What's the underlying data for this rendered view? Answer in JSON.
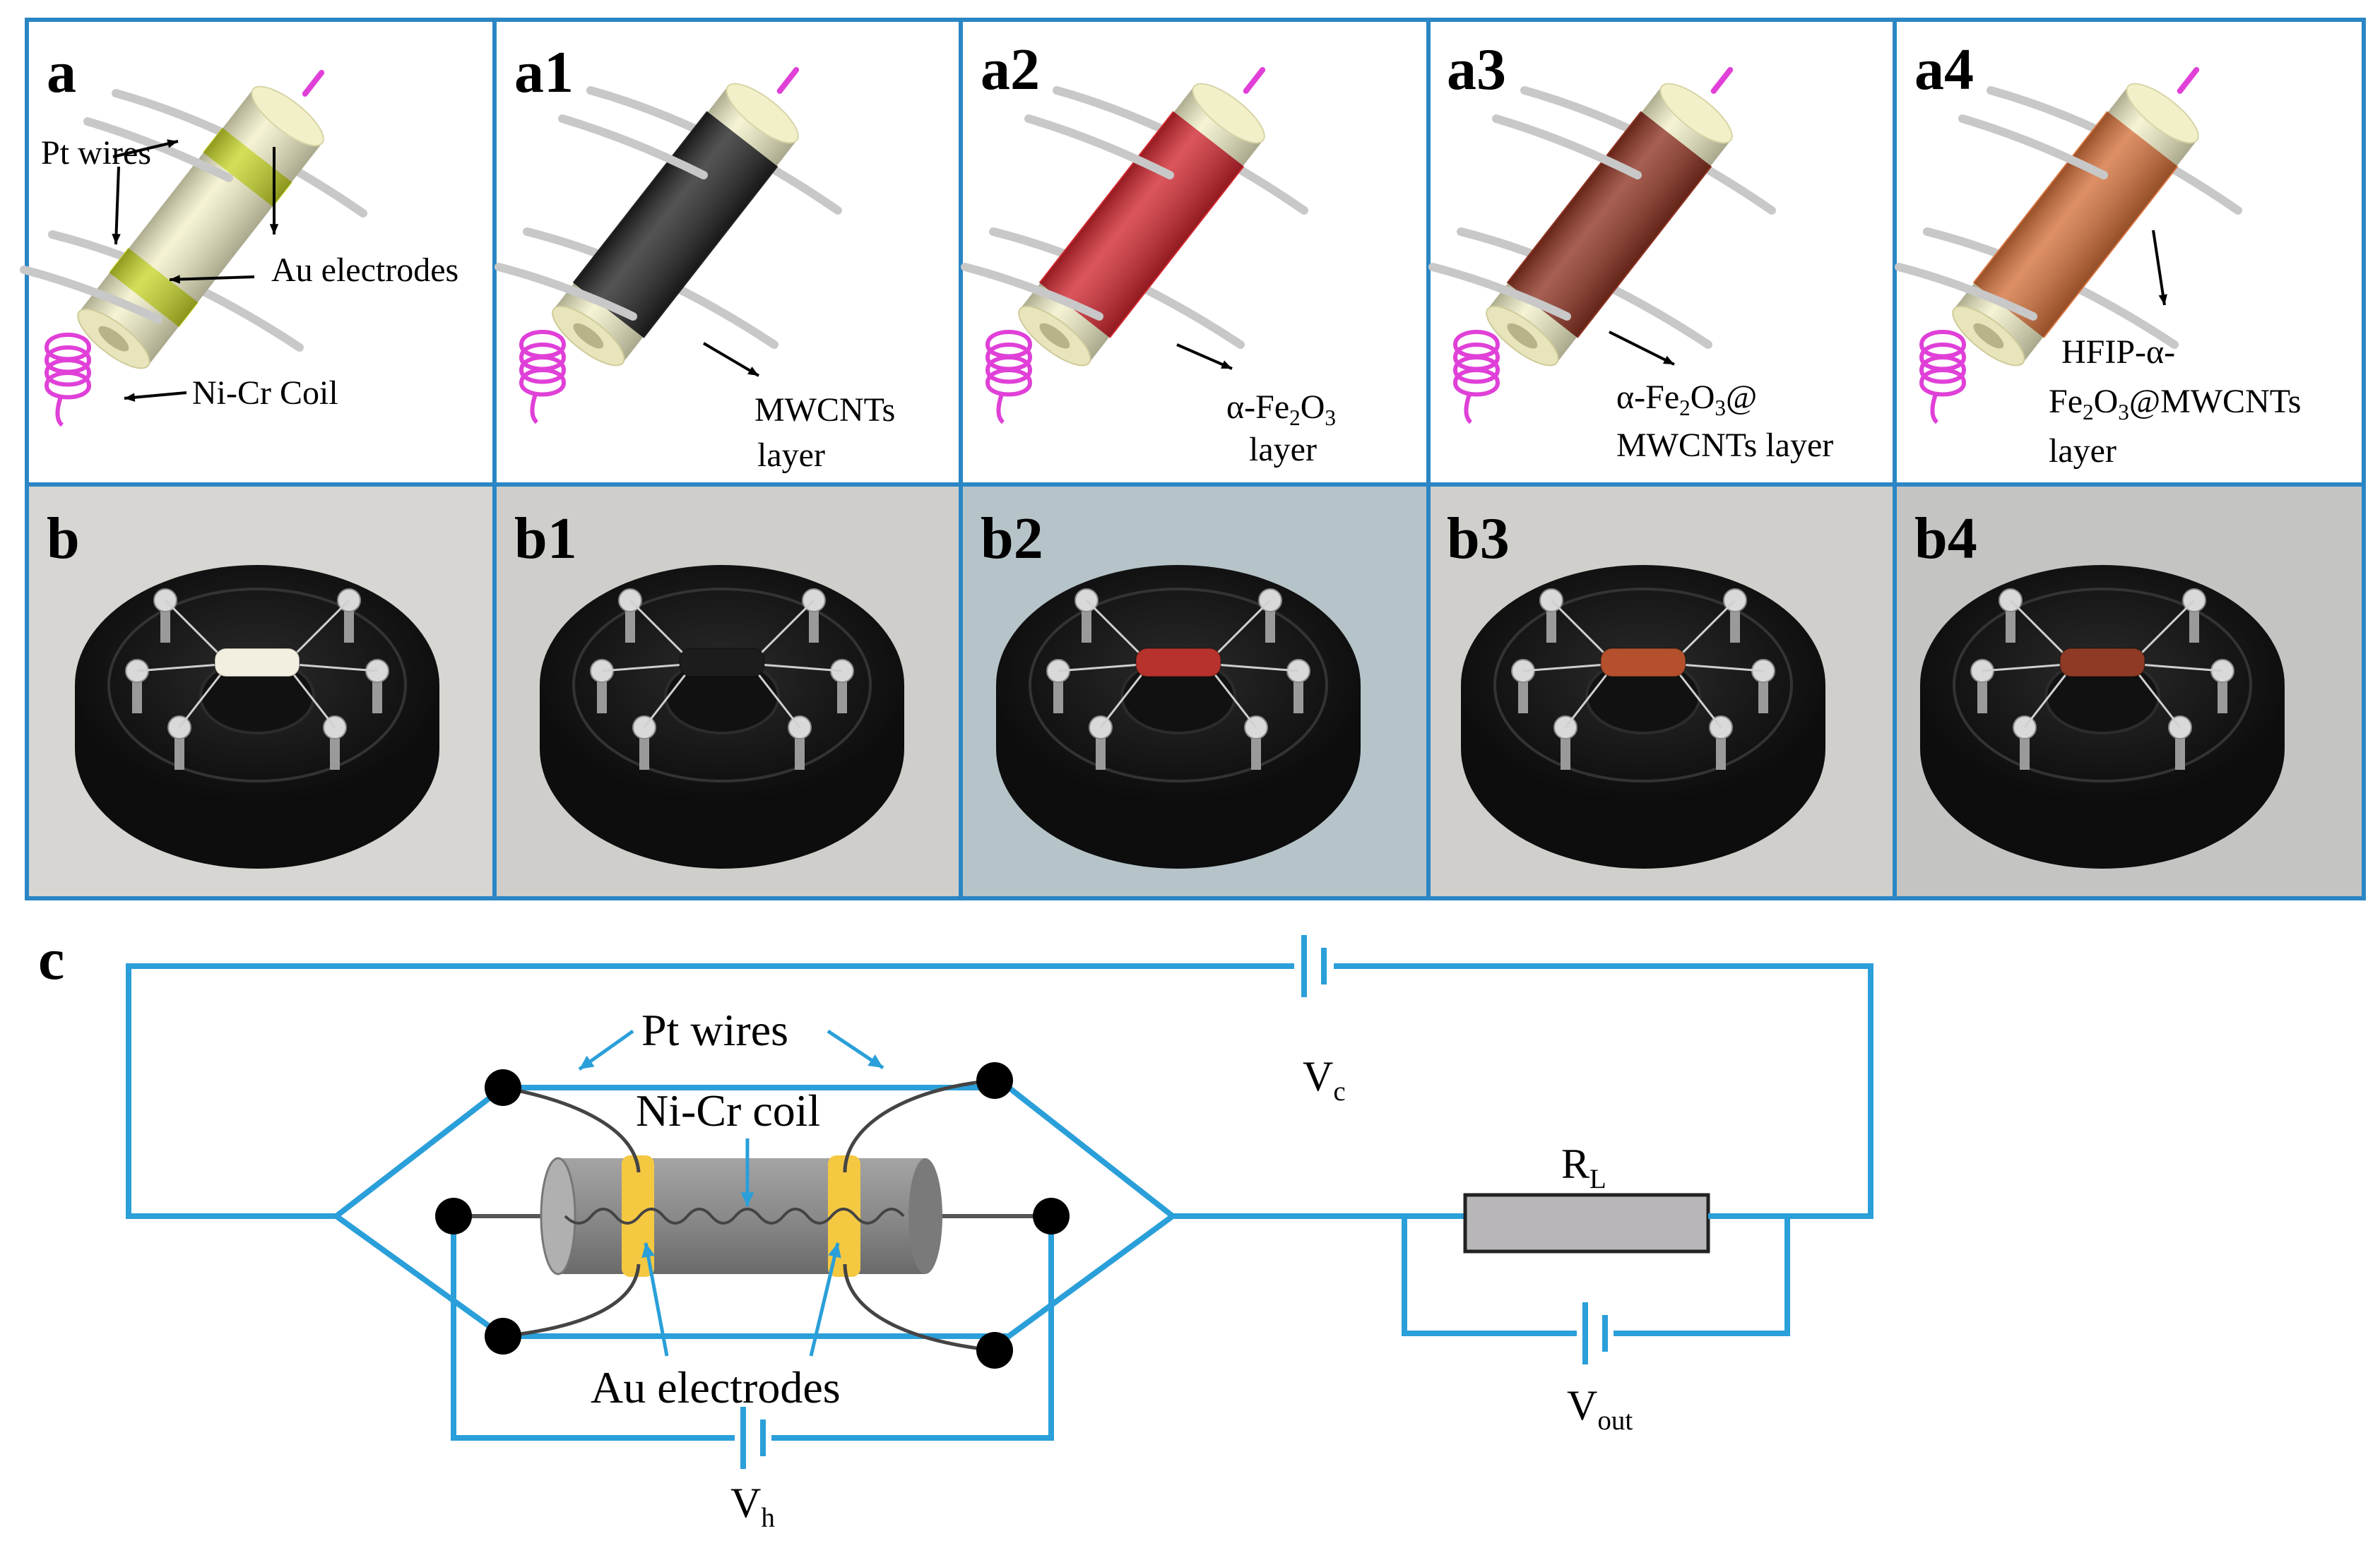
{
  "colors": {
    "panel_border": "#2a86c4",
    "circuit_wire": "#2a9fd9",
    "tube_cream": "#f2f0c8",
    "au_band": "#c8d62a",
    "coil_pink": "#e040d8",
    "pt_wire": "#c8c8c8",
    "diagram_tube": "#8a8a8a",
    "diagram_au": "#f5c842",
    "resistor_fill": "#b8b6b8",
    "base_black": "#1a1a1a"
  },
  "panels_a": [
    {
      "label": "a",
      "layer_color": "#f2f0c8",
      "annotations": {
        "pt": "Pt wires",
        "au": "Au electrodes",
        "coil": "Ni-Cr Coil"
      }
    },
    {
      "label": "a1",
      "layer_color": "#232323",
      "layer_lines": [
        "MWCNTs",
        "layer"
      ]
    },
    {
      "label": "a2",
      "layer_color": "#d0262e",
      "layer_lines": [
        "α-Fe",
        "2",
        "O",
        "3",
        "layer"
      ]
    },
    {
      "label": "a3",
      "layer_color": "#8e3322",
      "layer_lines": [
        "α-Fe",
        "2",
        "O",
        "3",
        "@",
        "MWCNTs layer"
      ]
    },
    {
      "label": "a4",
      "layer_color": "#d4703a",
      "layer_lines": [
        "HFIP-α-",
        "Fe",
        "2",
        "O",
        "3",
        "@MWCNTs",
        "layer"
      ]
    }
  ],
  "panels_b": [
    {
      "label": "b",
      "bg": "#d7d6d2",
      "sensor_color": "#f2efe0"
    },
    {
      "label": "b1",
      "bg": "#cfcecb",
      "sensor_color": "#1c1c1c"
    },
    {
      "label": "b2",
      "bg": "#b6c4c9",
      "sensor_color": "#b7322c"
    },
    {
      "label": "b3",
      "bg": "#d0cfcb",
      "sensor_color": "#b4502c"
    },
    {
      "label": "b4",
      "bg": "#c4c4c2",
      "sensor_color": "#8e3a24"
    }
  ],
  "circuit": {
    "label": "c",
    "pt_wires": "Pt wires",
    "nicr_coil": "Ni-Cr coil",
    "au_electrodes": "Au electrodes",
    "vc": "V",
    "vc_sub": "c",
    "vh": "V",
    "vh_sub": "h",
    "rl": "R",
    "rl_sub": "L",
    "vout": "V",
    "vout_sub": "out"
  }
}
